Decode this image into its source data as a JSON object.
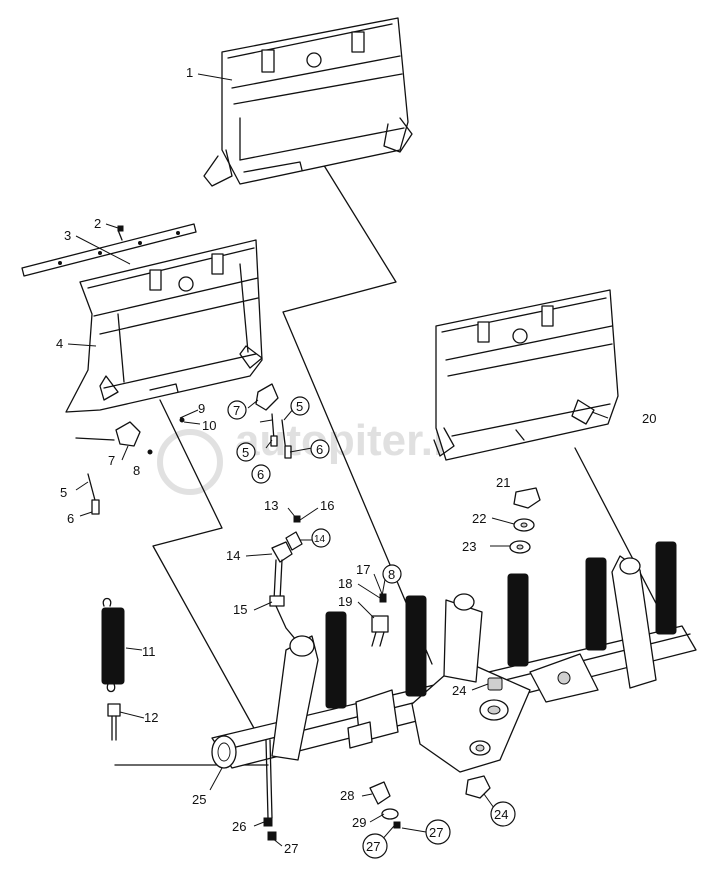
{
  "watermark": "autopiter.ru",
  "callouts": [
    {
      "id": "c1",
      "label": "1",
      "circled": false
    },
    {
      "id": "c2",
      "label": "2",
      "circled": false
    },
    {
      "id": "c3",
      "label": "3",
      "circled": false
    },
    {
      "id": "c4",
      "label": "4",
      "circled": false
    },
    {
      "id": "c5a",
      "label": "5",
      "circled": false
    },
    {
      "id": "c5b",
      "label": "5",
      "circled": true
    },
    {
      "id": "c5c",
      "label": "5",
      "circled": true
    },
    {
      "id": "c6a",
      "label": "6",
      "circled": false
    },
    {
      "id": "c6b",
      "label": "6",
      "circled": true
    },
    {
      "id": "c6c",
      "label": "6",
      "circled": true
    },
    {
      "id": "c7a",
      "label": "7",
      "circled": false
    },
    {
      "id": "c7b",
      "label": "7",
      "circled": true
    },
    {
      "id": "c8a",
      "label": "8",
      "circled": false
    },
    {
      "id": "c8b",
      "label": "8",
      "circled": true
    },
    {
      "id": "c9",
      "label": "9",
      "circled": false
    },
    {
      "id": "c10",
      "label": "10",
      "circled": false
    },
    {
      "id": "c11",
      "label": "11",
      "circled": false
    },
    {
      "id": "c12",
      "label": "12",
      "circled": false
    },
    {
      "id": "c13",
      "label": "13",
      "circled": false
    },
    {
      "id": "c14a",
      "label": "14",
      "circled": false
    },
    {
      "id": "c14b",
      "label": "14",
      "circled": true
    },
    {
      "id": "c15",
      "label": "15",
      "circled": false
    },
    {
      "id": "c16",
      "label": "16",
      "circled": false
    },
    {
      "id": "c17",
      "label": "17",
      "circled": false
    },
    {
      "id": "c18",
      "label": "18",
      "circled": false
    },
    {
      "id": "c19",
      "label": "19",
      "circled": false
    },
    {
      "id": "c20",
      "label": "20",
      "circled": false
    },
    {
      "id": "c21",
      "label": "21",
      "circled": false
    },
    {
      "id": "c22",
      "label": "22",
      "circled": false
    },
    {
      "id": "c23",
      "label": "23",
      "circled": false
    },
    {
      "id": "c24a",
      "label": "24",
      "circled": false
    },
    {
      "id": "c24b",
      "label": "24",
      "circled": true
    },
    {
      "id": "c25",
      "label": "25",
      "circled": false
    },
    {
      "id": "c26",
      "label": "26",
      "circled": false
    },
    {
      "id": "c27a",
      "label": "27",
      "circled": false
    },
    {
      "id": "c27b",
      "label": "27",
      "circled": true
    },
    {
      "id": "c27c",
      "label": "27",
      "circled": true
    },
    {
      "id": "c28",
      "label": "28",
      "circled": false
    },
    {
      "id": "c29",
      "label": "29",
      "circled": false
    }
  ]
}
